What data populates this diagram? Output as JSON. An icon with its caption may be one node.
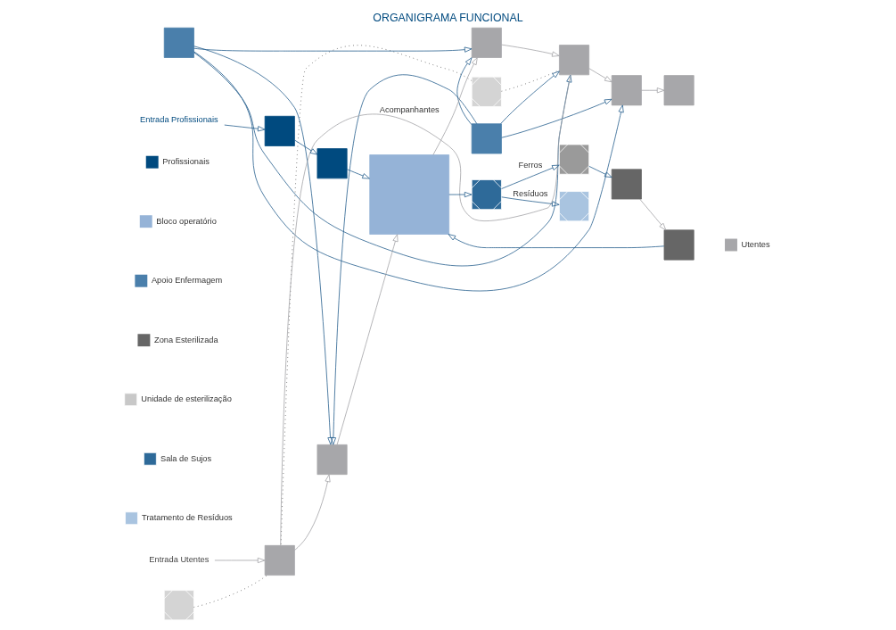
{
  "diagram": {
    "title": "ORGANIGRAMA FUNCIONAL",
    "nodes": [
      {
        "text": [
          "Entrada Utentes"
        ]
      },
      {
        "text": [
          "Entrada Profissionais"
        ]
      },
      {
        "text": [],
        "shape": "box"
      },
      {
        "text": [],
        "shape": "box"
      },
      {
        "text": [],
        "shape": "box"
      },
      {
        "text": [],
        "shape": "box"
      },
      {
        "text": [],
        "shape": "box"
      },
      {
        "text": [],
        "shape": "box"
      },
      {
        "text": [],
        "shape": "box"
      },
      {
        "text": [],
        "shape": "box"
      },
      {
        "text": [],
        "shape": "box"
      },
      {
        "text": [],
        "shape": "box"
      },
      {
        "text": [],
        "shape": "box"
      },
      {
        "text": [],
        "shape": "box"
      },
      {
        "text": [],
        "shape": "box"
      },
      {
        "text": [],
        "shape": "box"
      },
      {
        "text": [],
        "shape": "box"
      },
      {
        "text": [],
        "shape": "box"
      },
      {
        "text": [],
        "shape": "box"
      },
      {
        "text": [],
        "shape": "box"
      }
    ],
    "edges": [
      {
        "from": 2,
        "to": 6,
        "arrow": "none",
        "style": "dashed",
        "color": "#333333"
      },
      {
        "from": 3,
        "to": 6,
        "arrow": "none",
        "style": "dashed",
        "color": "#333333"
      },
      {
        "from": 3,
        "to": 10,
        "arrow": "none",
        "style": "dashed",
        "color": "#333333"
      },
      {
        "from": 6,
        "to": 10,
        "arrow": "none",
        "label": "Acompanhantes",
        "color": "#a0a0a4"
      },
      {
        "from": 4,
        "to": 7,
        "arrow": "to"
      },
      {
        "from": 4,
        "to": 9,
        "arrow": "to"
      },
      {
        "from": 4,
        "to": 10,
        "arrow": "to"
      },
      {
        "from": 4,
        "to": 11,
        "arrow": "to"
      },
      {
        "from": 5,
        "to": 7,
        "arrow": "to"
      },
      {
        "from": 5,
        "to": 9,
        "arrow": "to"
      },
      {
        "from": 5,
        "to": 10,
        "arrow": "to"
      },
      {
        "from": 5,
        "to": 11,
        "arrow": "to"
      },
      {
        "from": 0,
        "to": 6,
        "arrow": "to",
        "color": "#a0a0a4"
      },
      {
        "from": 6,
        "to": 7,
        "arrow": "to",
        "color": "#a0a0a4"
      },
      {
        "from": 7,
        "to": 8,
        "arrow": "to",
        "color": "#a0a0a4"
      },
      {
        "from": 8,
        "to": 9,
        "arrow": "to",
        "color": "#a0a0a4"
      },
      {
        "from": 9,
        "to": 10,
        "arrow": "to",
        "color": "#a0a0a4"
      },
      {
        "from": 10,
        "to": 11,
        "arrow": "to",
        "color": "#a0a0a4"
      },
      {
        "from": 11,
        "to": 12,
        "arrow": "to",
        "color": "#a0a0a4"
      },
      {
        "from": 1,
        "to": 13,
        "arrow": "to"
      },
      {
        "from": 13,
        "to": 14,
        "arrow": "to"
      },
      {
        "from": 14,
        "to": 8,
        "arrow": "to"
      },
      {
        "from": 8,
        "to": 15,
        "arrow": "to"
      },
      {
        "from": 15,
        "to": 16,
        "arrow": "to",
        "label": "Resíduos"
      },
      {
        "from": 15,
        "to": 17,
        "arrow": "to",
        "label": "Ferros"
      },
      {
        "from": 17,
        "to": 19,
        "arrow": "to"
      },
      {
        "from": 19,
        "to": 18,
        "arrow": "to",
        "color": "#a0a0a4"
      },
      {
        "from": 18,
        "to": 8,
        "arrow": "to"
      }
    ],
    "legend": [
      {
        "text": "Utentes",
        "color": "#a7a7aa"
      },
      {
        "text": "Profissionais",
        "color": "#004a7f"
      },
      {
        "text": "Bloco operatório",
        "color": "#95b3d7"
      },
      {
        "text": "Apoio Enfermagem",
        "color": "#4a7fab"
      },
      {
        "text": "Zona Esterilizada",
        "color": "#666666"
      },
      {
        "text": "Unidade de esterilização"
      },
      {
        "text": "Sala de Sujos"
      },
      {
        "text": "Tratamento de Resíduos"
      }
    ]
  }
}
